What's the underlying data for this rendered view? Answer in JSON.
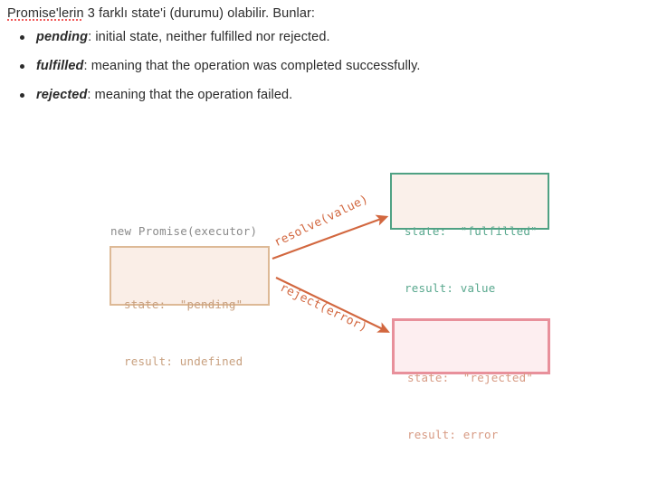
{
  "article": {
    "intro": {
      "misspelled_word": "Promise'lerin",
      "rest": " 3 farklı state'i (durumu) olabilir. Bunlar:"
    },
    "bullets": [
      {
        "term": "pending",
        "description": ": initial state, neither fulfilled nor rejected."
      },
      {
        "term": "fulfilled",
        "description": ": meaning that the operation was completed successfully."
      },
      {
        "term": "rejected",
        "description": ": meaning that the operation failed."
      }
    ]
  },
  "diagram": {
    "caption": "new Promise(executor)",
    "boxes": {
      "pending": {
        "state_line": "state:  \"pending\"",
        "result_line": "result: undefined",
        "border_color": "#ddb996",
        "fill_color": "#faeee7",
        "text_color": "#c8a07f"
      },
      "fulfilled": {
        "state_line": "state:  \"fulfilled\"",
        "result_line": "result: value",
        "border_color": "#4fa183",
        "fill_color": "#faf0ea",
        "text_color": "#59a88e"
      },
      "rejected": {
        "state_line": "state:  \"rejected\"",
        "result_line": "result: error",
        "border_color": "#e8909b",
        "fill_color": "#fdeef0",
        "text_color": "#d79a83"
      }
    },
    "arrows": [
      {
        "label": "resolve(value)",
        "from": "pending",
        "to": "fulfilled",
        "color": "#d2673f"
      },
      {
        "label": "reject(error)",
        "from": "pending",
        "to": "rejected",
        "color": "#d2673f"
      }
    ]
  }
}
